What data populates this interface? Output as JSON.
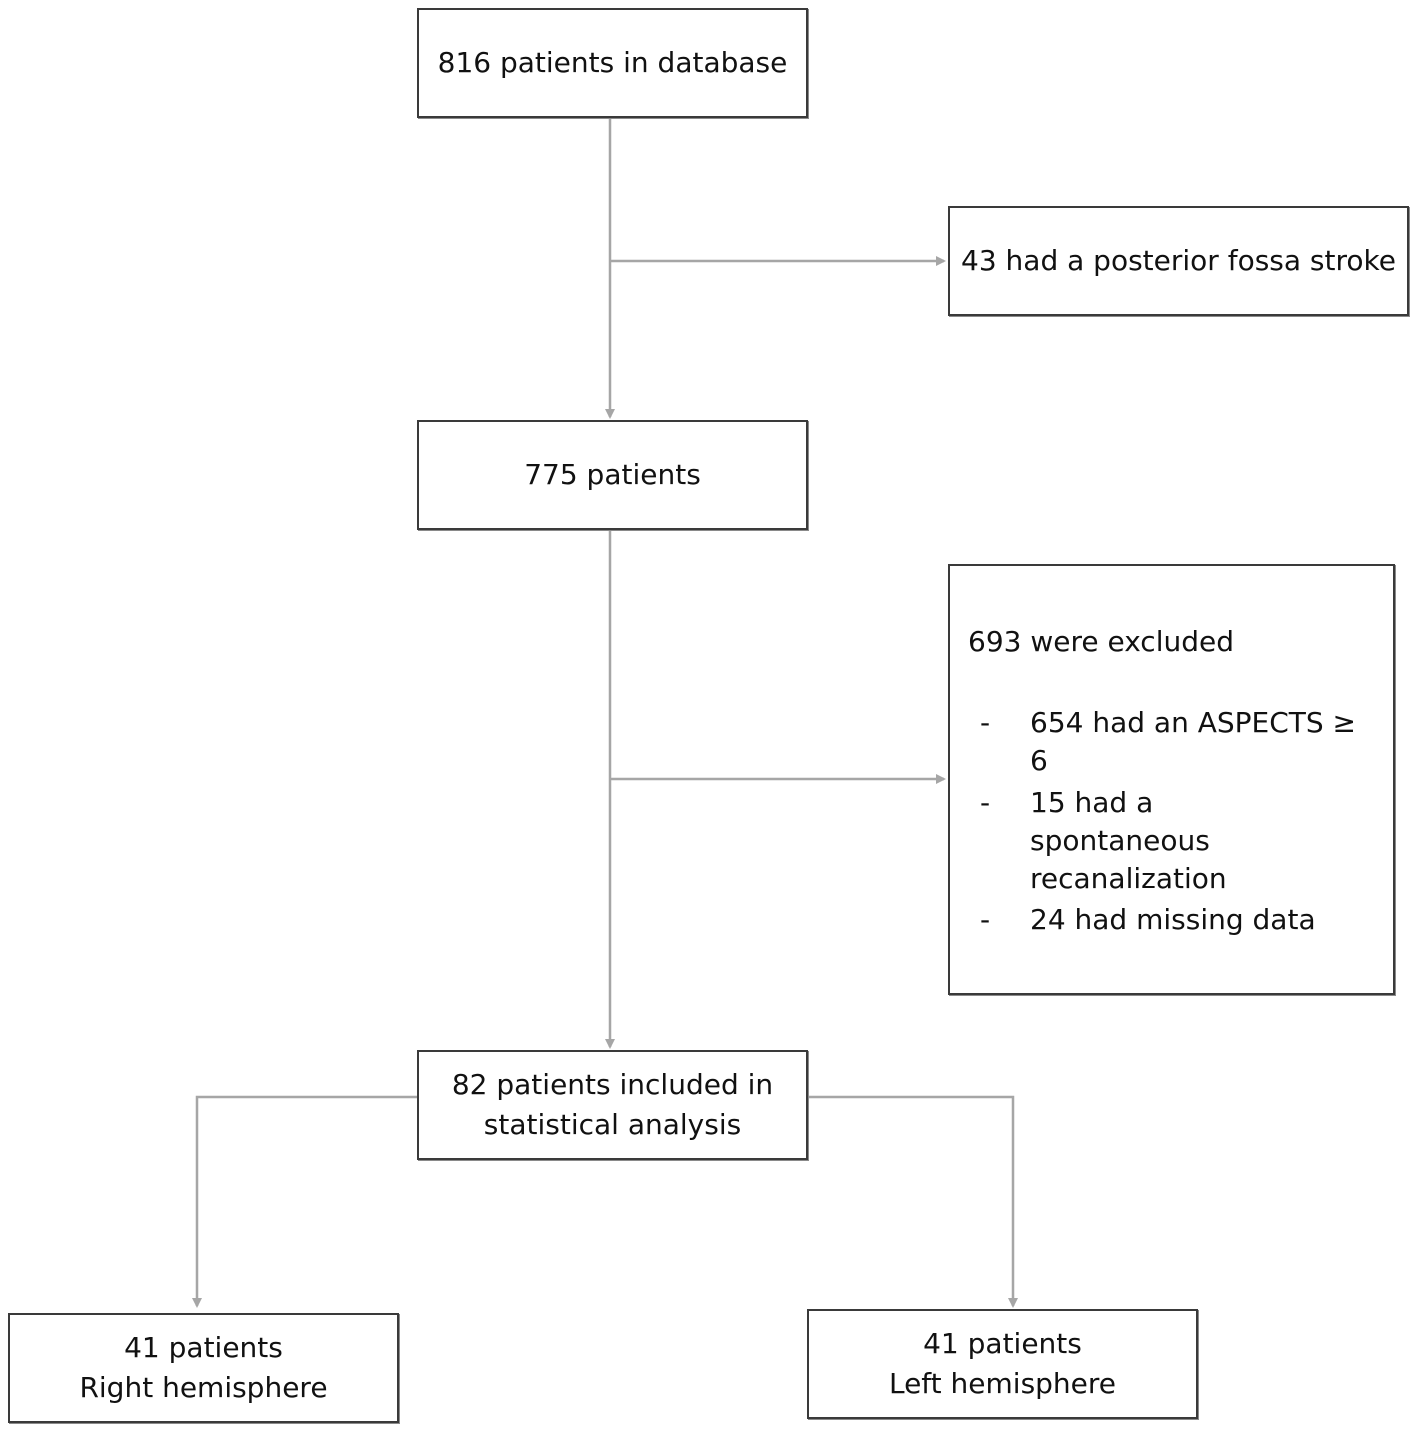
{
  "flowchart": {
    "database": "816 patients in database",
    "posterior_exclusion": "43 had a posterior fossa stroke",
    "after_first": "775 patients",
    "exclusions": {
      "title": "693 were excluded",
      "bullet": "-",
      "items": [
        "654 had an ASPECTS ≥ 6",
        "15 had a spontaneous recanalization",
        "24 had missing data"
      ]
    },
    "included": {
      "line1": "82 patients included in",
      "line2": "statistical analysis"
    },
    "right_group": {
      "line1": "41 patients",
      "line2": "Right hemisphere"
    },
    "left_group": {
      "line1": "41 patients",
      "line2": "Left hemisphere"
    }
  },
  "colors": {
    "connector": "#a6a6a6",
    "box_border": "#3a3a3a"
  }
}
